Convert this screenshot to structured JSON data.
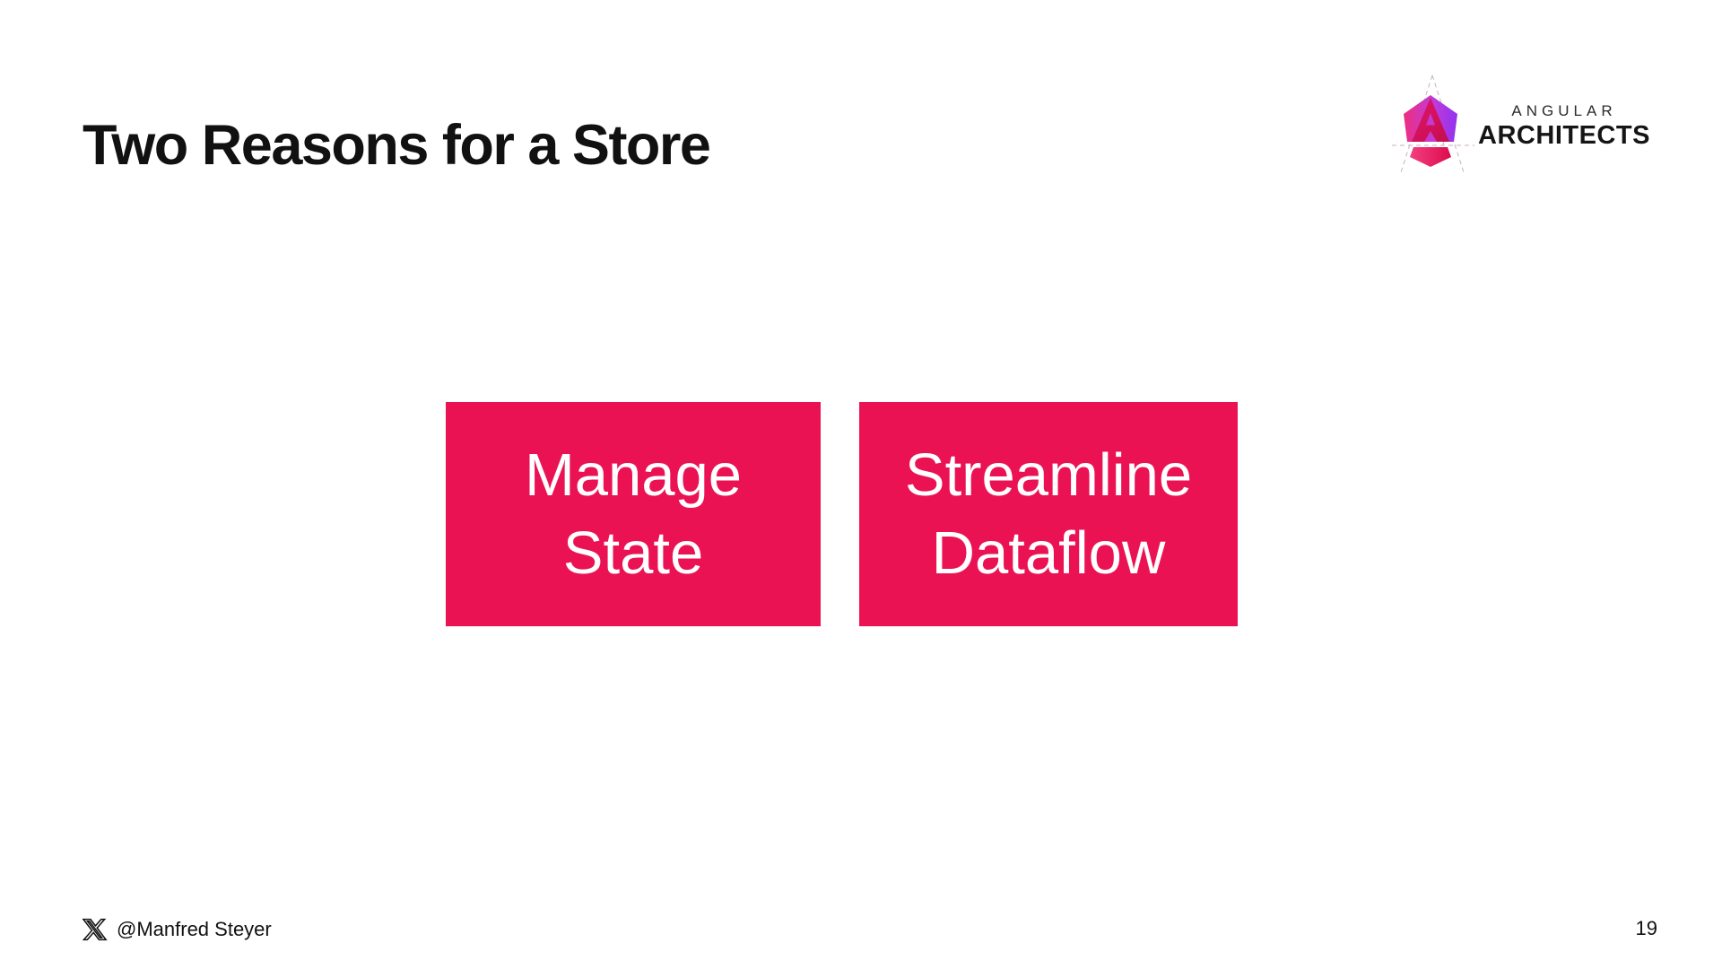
{
  "slide": {
    "title": "Two Reasons for a Store",
    "logo": {
      "emblem_icon": "angular-architects-emblem",
      "line1": "ANGULAR",
      "line2": "ARCHITECTS"
    },
    "boxes": [
      {
        "text": "Manage\nState"
      },
      {
        "text": "Streamline\nDataflow"
      }
    ],
    "footer": {
      "icon": "x-social-logo",
      "handle": "@Manfred Steyer"
    },
    "page_number": "19",
    "colors": {
      "box_background": "#EB1254",
      "box_text": "#FFFFFF",
      "title_text": "#111111",
      "logo_pink": "#EE2E7D",
      "logo_purple": "#9132EF",
      "logo_crimson": "#D6115A"
    }
  }
}
